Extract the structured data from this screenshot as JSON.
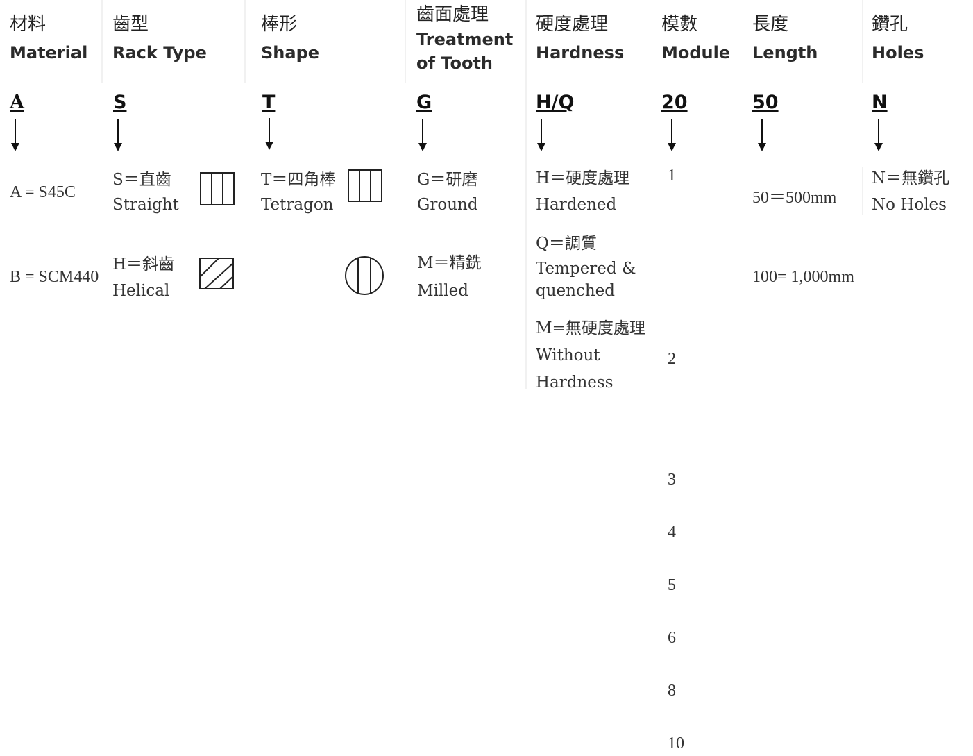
{
  "columns": [
    {
      "zh": "材料",
      "en": "Material",
      "code": "A"
    },
    {
      "zh": "齒型",
      "en": "Rack Type",
      "code": "S"
    },
    {
      "zh": "棒形",
      "en": "Shape",
      "code": "T"
    },
    {
      "zh": "齒面處理",
      "en_line1": "Treatment",
      "en_line2": "of Tooth",
      "code": "G"
    },
    {
      "zh": "硬度處理",
      "en": "Hardness",
      "code": "H/Q"
    },
    {
      "zh": "模數",
      "en": "Module",
      "code": "20"
    },
    {
      "zh": "長度",
      "en": "Length",
      "code": "50"
    },
    {
      "zh": "鑽孔",
      "en": "Holes",
      "code": "N"
    }
  ],
  "material": {
    "options": [
      "A = S45C",
      "B = SCM440"
    ]
  },
  "rack_type": {
    "options": [
      {
        "zh": "S＝直齒",
        "en": "Straight",
        "icon": "straight-teeth-icon"
      },
      {
        "zh": "H＝斜齒",
        "en": "Helical",
        "icon": "helical-teeth-icon"
      }
    ]
  },
  "shape": {
    "options": [
      {
        "zh": "T＝四角棒",
        "en": "Tetragon",
        "icon": "square-bar-icon"
      },
      {
        "icon": "round-bar-icon"
      }
    ]
  },
  "treatment": {
    "options": [
      {
        "zh": "G＝研磨",
        "en": "Ground"
      },
      {
        "zh": "M＝精銑",
        "en": "Milled"
      }
    ]
  },
  "hardness": {
    "options": [
      {
        "zh": "H＝硬度處理",
        "en": "Hardened"
      },
      {
        "zh": "Q＝調質",
        "en_line1": "Tempered &",
        "en_line2": "quenched"
      },
      {
        "zh": "M=無硬度處理",
        "en_line1": "Without",
        "en_line2": "Hardness"
      }
    ]
  },
  "module": {
    "values": [
      "1",
      "2",
      "3",
      "4",
      "5",
      "6",
      "8",
      "10"
    ]
  },
  "length": {
    "options": [
      "50＝500mm",
      "100= 1,000mm"
    ]
  },
  "holes": {
    "options": [
      {
        "zh": "N＝無鑽孔",
        "en": "No Holes"
      }
    ]
  }
}
